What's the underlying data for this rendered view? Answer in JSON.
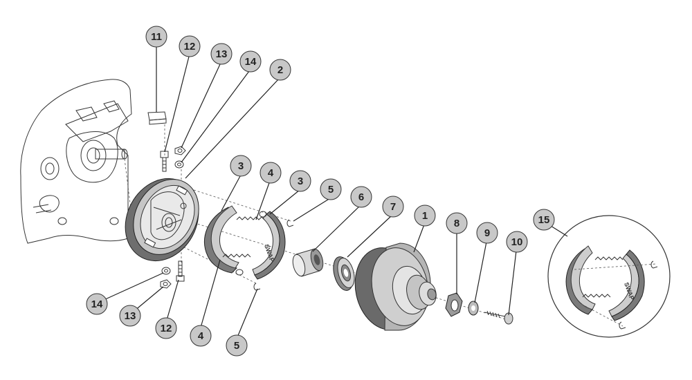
{
  "callouts": {
    "c1": "1",
    "c2": "2",
    "c3a": "3",
    "c3b": "3",
    "c4a": "4",
    "c4b": "4",
    "c5a": "5",
    "c5b": "5",
    "c6": "6",
    "c7": "7",
    "c8": "8",
    "c9": "9",
    "c10": "10",
    "c11": "11",
    "c12a": "12",
    "c12b": "12",
    "c13a": "13",
    "c13b": "13",
    "c14a": "14",
    "c14b": "14",
    "c15": "15"
  },
  "shoe_marking": "SWAP",
  "colors": {
    "callout_fill": "#c8c8c8",
    "callout_stroke": "#333333",
    "part_light": "#e6e6e6",
    "part_mid": "#a8a8a8",
    "part_dark": "#6e6e6e"
  }
}
